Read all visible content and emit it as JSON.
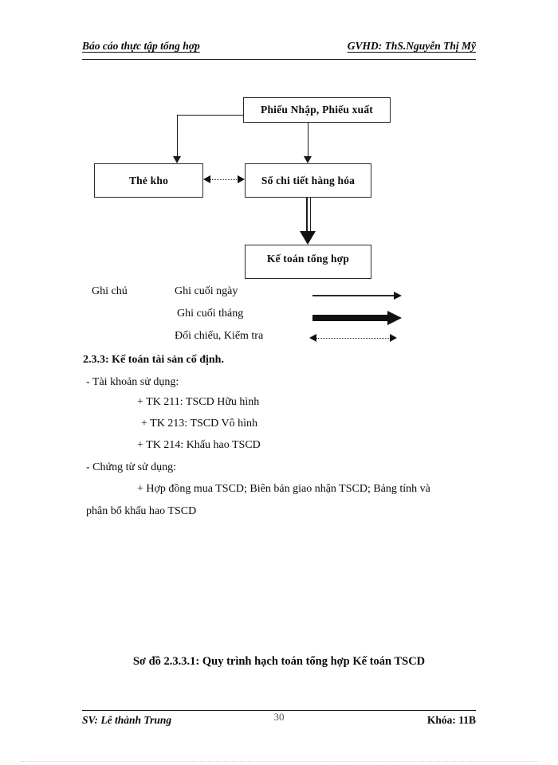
{
  "header": {
    "left": "Báo cáo thực tập tổng hợp",
    "right": "GVHD: ThS.Nguyễn Thị Mỹ"
  },
  "diagram": {
    "boxes": [
      {
        "id": "phieu",
        "label": "Phiếu  Nhập, Phiếu xuất"
      },
      {
        "id": "the-kho",
        "label": "Thẻ kho"
      },
      {
        "id": "so-chi-tiet",
        "label": "Sổ chi tiết hàng hóa"
      },
      {
        "id": "ke-toan",
        "label": "Kế toán tổng hợp"
      }
    ]
  },
  "legend": {
    "title": "Ghi chú",
    "items": [
      {
        "label": "Ghi cuối ngày",
        "arrow": "thin-arrow-right"
      },
      {
        "label": "Ghi cuối tháng",
        "arrow": "thick-arrow-right"
      },
      {
        "label": "Đối chiếu, Kiểm  tra",
        "arrow": "dotted-arrow-bidirectional"
      }
    ]
  },
  "body": {
    "lines": [
      {
        "text": "2.3.3: Kế toán tài sản  cố định.",
        "bold": true
      },
      {
        "text": "- Tài khoản sử dụng:",
        "bold": false
      },
      {
        "text": "+ TK 211:  TSCD Hữu hình",
        "bold": false
      },
      {
        "text": "+ TK 213:  TSCD Vô hình",
        "bold": false
      },
      {
        "text": "+ TK 214:  Khấu hao TSCD",
        "bold": false
      },
      {
        "text": "- Chứng từ sử dụng:",
        "bold": false
      },
      {
        "text": "+ Hợp đồng mua TSCD; Biên bản giao nhận TSCD; Bảng tính và",
        "bold": false
      },
      {
        "text": "phân bổ khấu hao TSCD",
        "bold": false
      }
    ]
  },
  "caption": "Sơ đồ 2.3.3.1: Quy trình hạch toán tổng hợp Kế toán TSCD",
  "footer": {
    "left": "SV: Lê thành Trung",
    "right": "Khóa: 11B",
    "page_number": "30"
  }
}
